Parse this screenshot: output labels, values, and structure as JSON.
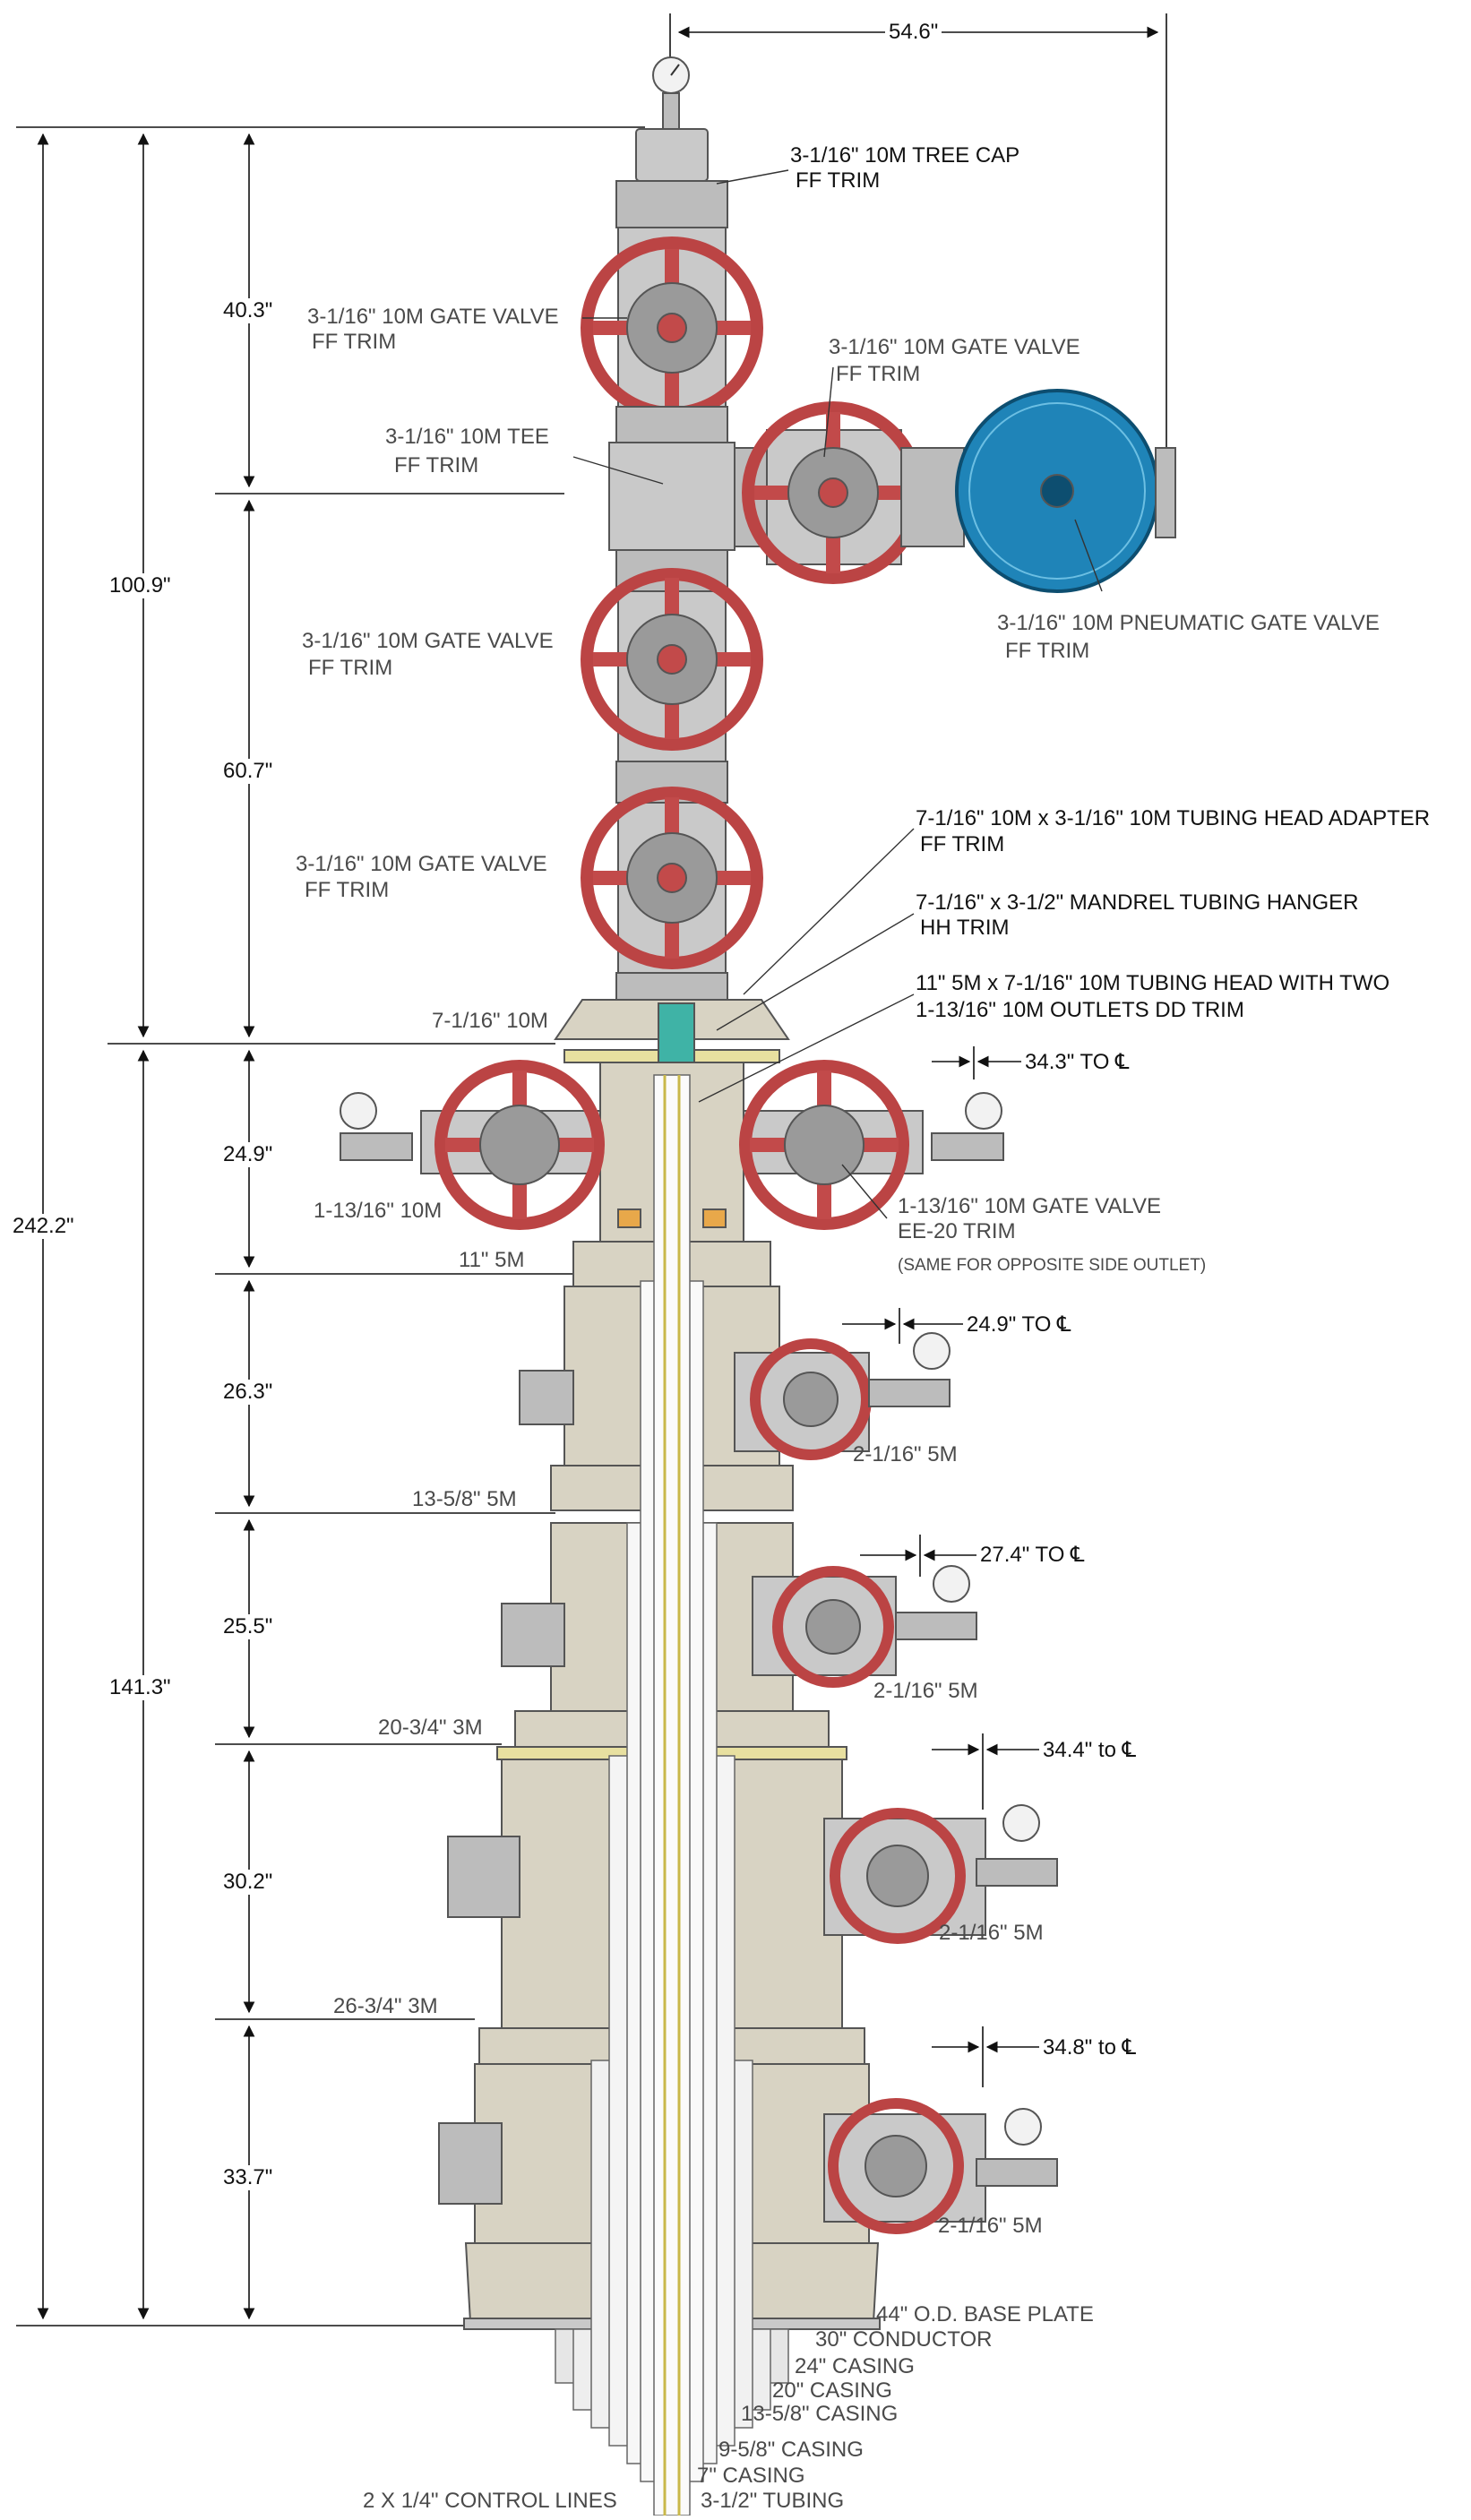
{
  "colors": {
    "steel": "#c9c9c9",
    "steel_dark": "#7e7e7e",
    "beige": "#d8d3c3",
    "handwheel": "#c24a4a",
    "pneumatic": "#1f84b8",
    "teal": "#3fb3a6",
    "orange": "#e8a84a",
    "yellow": "#e8e0a0"
  },
  "dims": {
    "top_width": "54.6\"",
    "total_height": "242.2\"",
    "tree_height": "100.9\"",
    "d_40_3": "40.3\"",
    "d_60_7": "60.7\"",
    "wellhead_height": "141.3\"",
    "d_24_9": "24.9\"",
    "d_26_3": "26.3\"",
    "d_25_5": "25.5\"",
    "d_30_2": "30.2\"",
    "d_33_7": "33.7\"",
    "to_cl_1": "34.3\" TO ℄",
    "to_cl_2": "24.9\" TO ℄",
    "to_cl_3": "27.4\" TO ℄",
    "to_cl_4": "34.4\" to ℄",
    "to_cl_5": "34.8\" to ℄"
  },
  "labels": {
    "tree_cap_1": "3-1/16\" 10M TREE CAP",
    "tree_cap_2": "FF TRIM",
    "gate_valve_top_1": "3-1/16\" 10M GATE VALVE",
    "gate_valve_top_2": "FF TRIM",
    "wing_valve_1": "3-1/16\" 10M GATE VALVE",
    "wing_valve_2": "FF TRIM",
    "tee_1": "3-1/16\" 10M TEE",
    "tee_2": "FF TRIM",
    "pneumatic_1": "3-1/16\" 10M PNEUMATIC GATE VALVE",
    "pneumatic_2": "FF TRIM",
    "gate_valve_mid_1": "3-1/16\" 10M GATE VALVE",
    "gate_valve_mid_2": "FF TRIM",
    "gate_valve_low_1": "3-1/16\" 10M GATE VALVE",
    "gate_valve_low_2": "FF TRIM",
    "adapter_1": "7-1/16\" 10M x 3-1/16\" 10M TUBING HEAD ADAPTER",
    "adapter_2": "FF TRIM",
    "hanger_1": "7-1/16\" x 3-1/2\" MANDREL TUBING HANGER",
    "hanger_2": "HH TRIM",
    "tubing_head_1": "11\" 5M x 7-1/16\" 10M TUBING HEAD WITH TWO",
    "tubing_head_2": "1-13/16\" 10M OUTLETS  DD TRIM",
    "flange_7": "7-1/16\" 10M",
    "outlet_left": "1-13/16\" 10M",
    "outlet_right_1": "1-13/16\" 10M GATE VALVE",
    "outlet_right_2": "EE-20 TRIM",
    "outlet_note": "(SAME FOR OPPOSITE SIDE OUTLET)",
    "flange_11": "11\" 5M",
    "flange_13": "13-5/8\" 5M",
    "flange_20": "20-3/4\" 3M",
    "flange_26": "26-3/4\" 3M",
    "side_valve_1": "2-1/16\" 5M",
    "side_valve_2": "2-1/16\" 5M",
    "side_valve_3": "2-1/16\" 5M",
    "side_valve_4": "2-1/16\" 5M",
    "base_plate": "44\" O.D. BASE PLATE",
    "conductor": "30\" CONDUCTOR",
    "casing_24": "24\" CASING",
    "casing_20": "20\" CASING",
    "casing_13": "13-5/8\" CASING",
    "casing_9": "9-5/8\" CASING",
    "casing_7": "7\" CASING",
    "control_lines": "2 X 1/4\" CONTROL LINES",
    "tubing": "3-1/2\" TUBING"
  }
}
